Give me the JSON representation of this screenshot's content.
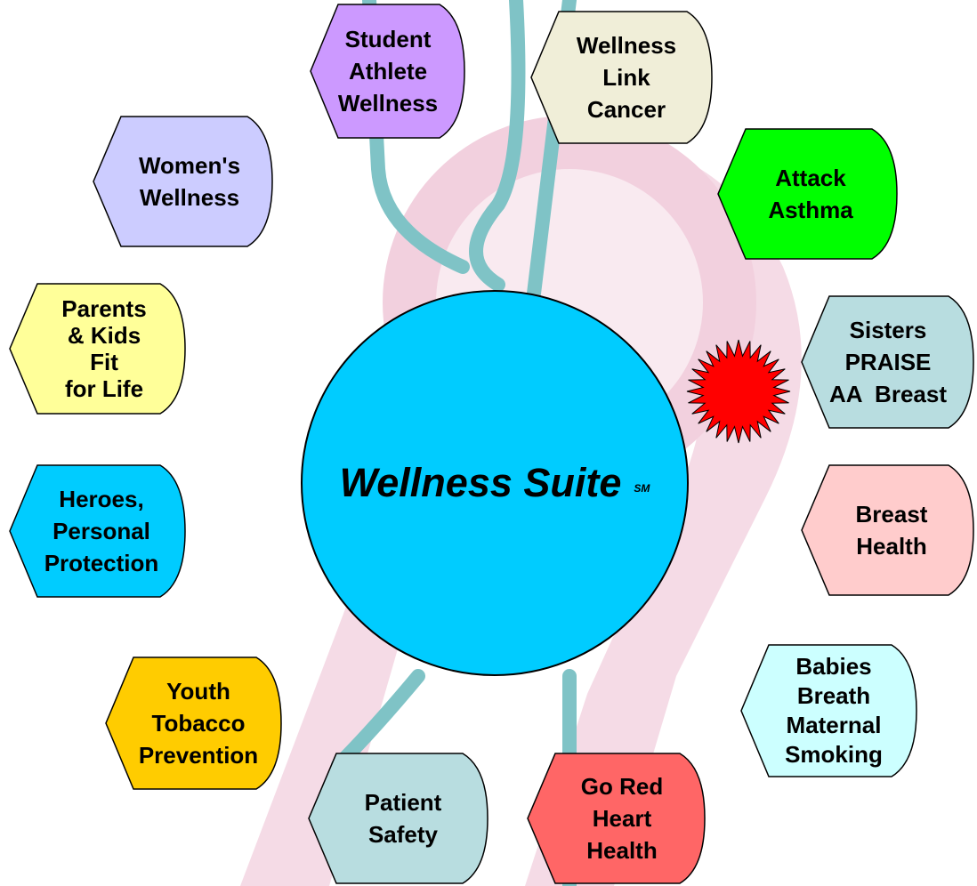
{
  "center": {
    "title": "Wellness Suite",
    "mark": "SM",
    "color": "#00ccff"
  },
  "nodes": [
    {
      "id": "student-athlete",
      "lines": [
        "Student",
        "Athlete",
        "Wellness"
      ],
      "color": "#cc99ff",
      "point": "left"
    },
    {
      "id": "wellness-link",
      "lines": [
        "Wellness",
        "Link",
        "Cancer"
      ],
      "color": "#f0eed8",
      "point": "left"
    },
    {
      "id": "womens-wellness",
      "lines": [
        "Women's",
        "Wellness"
      ],
      "color": "#ccccff",
      "point": "left"
    },
    {
      "id": "attack-asthma",
      "lines": [
        "Attack",
        "Asthma"
      ],
      "color": "#00ff00",
      "point": "left"
    },
    {
      "id": "parents-kids",
      "lines": [
        "Parents",
        "& Kids",
        "Fit",
        "for Life"
      ],
      "color": "#ffff99",
      "point": "left"
    },
    {
      "id": "sisters-praise",
      "lines": [
        "Sisters",
        "PRAISE",
        "AA  Breast"
      ],
      "color": "#b8dde0",
      "point": "left"
    },
    {
      "id": "heroes",
      "lines": [
        "Heroes,",
        "Personal",
        "Protection"
      ],
      "color": "#00ccff",
      "point": "left"
    },
    {
      "id": "breast-health",
      "lines": [
        "Breast",
        "Health"
      ],
      "color": "#ffcccc",
      "point": "left"
    },
    {
      "id": "youth-tobacco",
      "lines": [
        "Youth",
        "Tobacco",
        "Prevention"
      ],
      "color": "#ffcc00",
      "point": "left"
    },
    {
      "id": "babies-breath",
      "lines": [
        "Babies",
        "Breath",
        "Maternal",
        "Smoking"
      ],
      "color": "#ccffff",
      "point": "left"
    },
    {
      "id": "patient-safety",
      "lines": [
        "Patient",
        "Safety"
      ],
      "color": "#b8dde0",
      "point": "left"
    },
    {
      "id": "go-red",
      "lines": [
        "Go Red",
        "Heart",
        "Health"
      ],
      "color": "#ff6666",
      "point": "left"
    }
  ],
  "burst_color": "#ff0000"
}
